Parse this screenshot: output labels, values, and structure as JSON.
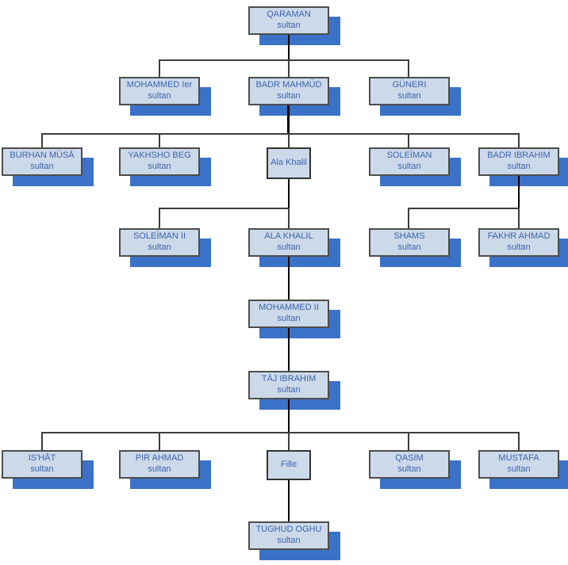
{
  "palette": {
    "background": "#ffffff",
    "box_fill": "#ccd9e9",
    "box_border": "#4d4d4d",
    "shadow": "#3a72c8",
    "text": "#3c64ae",
    "line": "#3d3d3d"
  },
  "chart_type": "family-tree",
  "nodes": [
    {
      "name": "QARAMAN",
      "subtitle": "sultan"
    },
    {
      "name": "MOHAMMED Ier",
      "subtitle": "sultan"
    },
    {
      "name": "BADR MAHMŪD",
      "subtitle": "sultan"
    },
    {
      "name": "GÜNERI",
      "subtitle": "sultan"
    },
    {
      "name": "BURHAN MŪSĀ",
      "subtitle": "sultan"
    },
    {
      "name": "YAKHSHO BEG",
      "subtitle": "sultan"
    },
    {
      "name": "Ala Khalil",
      "subtitle": ""
    },
    {
      "name": "SOLEÏMAN",
      "subtitle": "sultan"
    },
    {
      "name": "BADR IBRAHIM",
      "subtitle": "sultan"
    },
    {
      "name": "SOLEÏMAN II",
      "subtitle": "sultan"
    },
    {
      "name": "ALA KHALIL",
      "subtitle": "sultan"
    },
    {
      "name": "SHAMS",
      "subtitle": "sultan"
    },
    {
      "name": "FAKHR AHMAD",
      "subtitle": "sultan"
    },
    {
      "name": "MOHAMMED II",
      "subtitle": "sultan"
    },
    {
      "name": "TĀJ IBRAHIM",
      "subtitle": "sultan"
    },
    {
      "name": "IS'HĀT",
      "subtitle": "sultan"
    },
    {
      "name": "PIR AHMAD",
      "subtitle": "sultan"
    },
    {
      "name": "Fille",
      "subtitle": ""
    },
    {
      "name": "QASIM",
      "subtitle": "sultan"
    },
    {
      "name": "MUSTAFA",
      "subtitle": "sultan"
    },
    {
      "name": "TUGHUD OGHU",
      "subtitle": "sultan"
    }
  ],
  "relations": [
    {
      "parent": "QARAMAN",
      "children": [
        "MOHAMMED Ier",
        "BADR MAHMŪD",
        "GÜNERI"
      ]
    },
    {
      "parent": "BADR MAHMŪD",
      "children": [
        "BURHAN MŪSĀ",
        "YAKHSHO BEG",
        "Ala Khalil",
        "SOLEÏMAN",
        "BADR IBRAHIM"
      ]
    },
    {
      "parent": "Ala Khalil",
      "children": [
        "SOLEÏMAN II",
        "ALA KHALIL"
      ]
    },
    {
      "parent": "BADR IBRAHIM",
      "children": [
        "SHAMS",
        "FAKHR AHMAD"
      ]
    },
    {
      "parent": "ALA KHALIL",
      "children": [
        "MOHAMMED II"
      ]
    },
    {
      "parent": "MOHAMMED II",
      "children": [
        "TĀJ IBRAHIM"
      ]
    },
    {
      "parent": "TĀJ IBRAHIM",
      "children": [
        "IS'HĀT",
        "PIR AHMAD",
        "Fille",
        "QASIM",
        "MUSTAFA"
      ]
    },
    {
      "parent": "Fille",
      "children": [
        "TUGHUD OGHU"
      ]
    }
  ]
}
